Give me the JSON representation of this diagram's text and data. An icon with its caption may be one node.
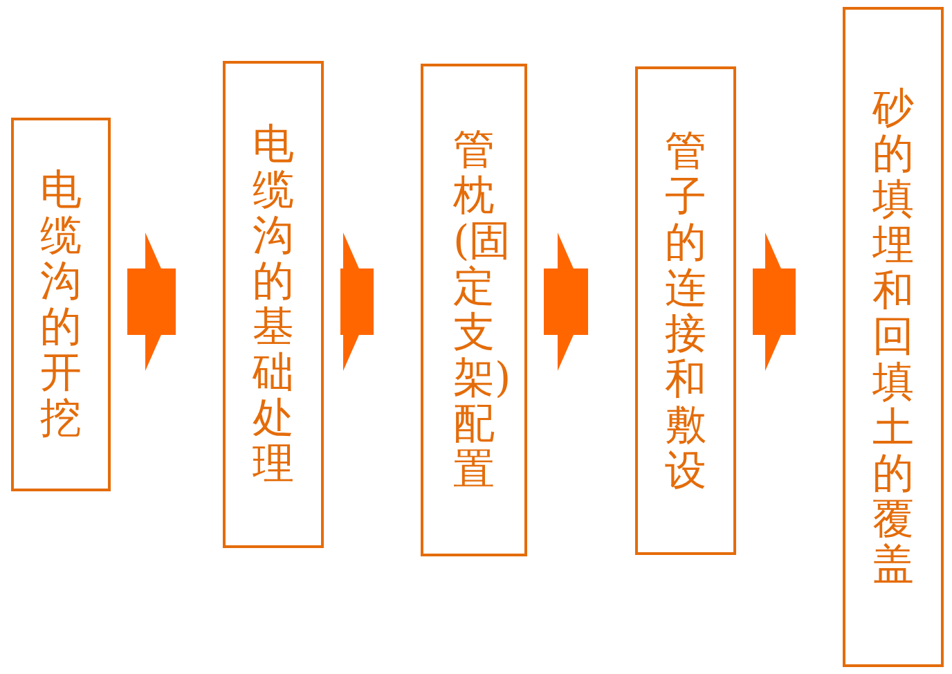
{
  "diagram": {
    "nodes": [
      {
        "text": [
          "电缆沟的开挖"
        ]
      },
      {
        "text": [
          "电缆沟的基础处理"
        ]
      },
      {
        "text": [
          "管枕(固定支架)配置"
        ]
      },
      {
        "text": [
          "管子的连接和敷设"
        ]
      },
      {
        "text": [
          "砂的填埋和回填土的覆盖"
        ]
      }
    ],
    "edges": [
      {
        "from": 0,
        "to": 1,
        "arrow": "to"
      },
      {
        "from": 1,
        "to": 2,
        "arrow": "to"
      },
      {
        "from": 2,
        "to": 3,
        "arrow": "to"
      },
      {
        "from": 3,
        "to": 4,
        "arrow": "to"
      }
    ]
  }
}
